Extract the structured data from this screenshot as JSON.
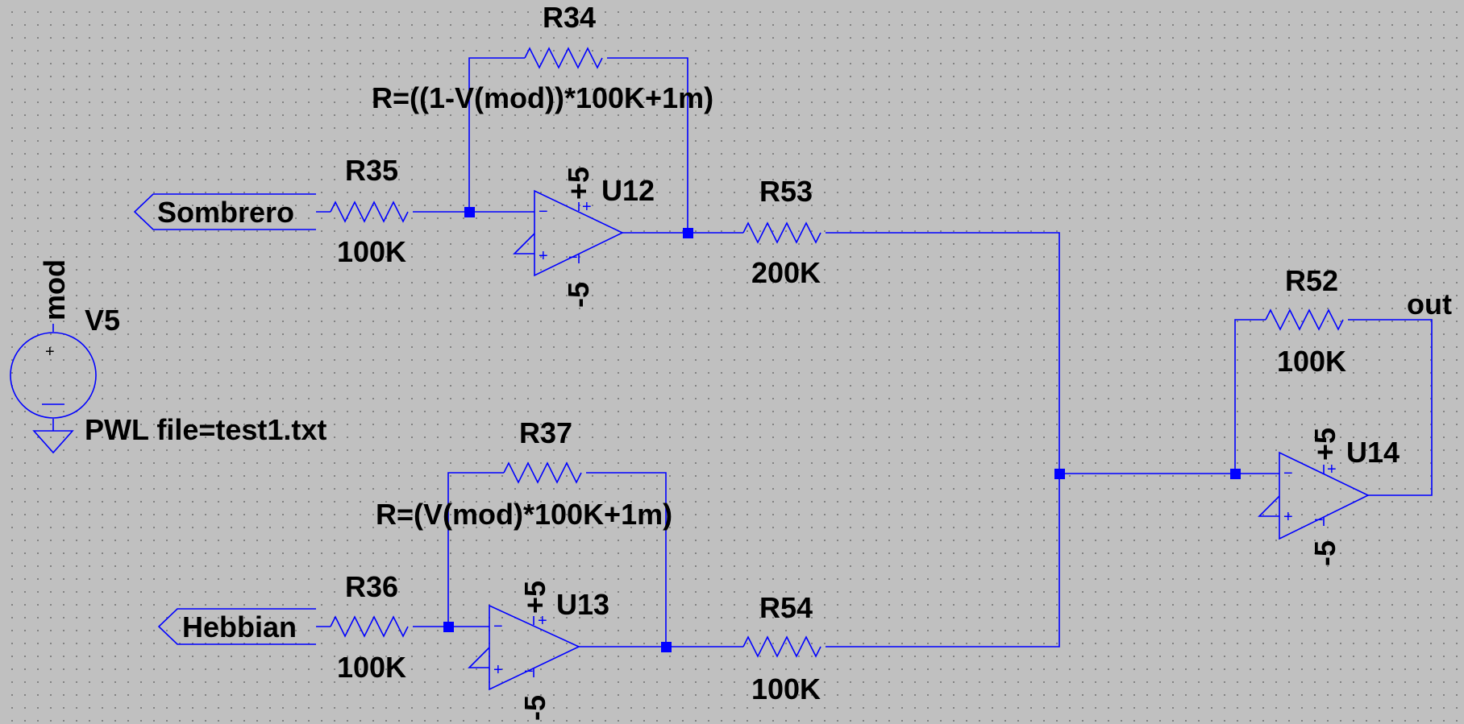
{
  "components": {
    "R34": {
      "ref": "R34",
      "value": "R=((1-V(mod))*100K+1m)"
    },
    "R35": {
      "ref": "R35",
      "value": "100K"
    },
    "R53": {
      "ref": "R53",
      "value": "200K"
    },
    "R37": {
      "ref": "R37",
      "value": "R=(V(mod)*100K+1m)"
    },
    "R36": {
      "ref": "R36",
      "value": "100K"
    },
    "R54": {
      "ref": "R54",
      "value": "100K"
    },
    "R52": {
      "ref": "R52",
      "value": "100K"
    },
    "U12": {
      "ref": "U12",
      "vpos": "+5",
      "vneg": "-5"
    },
    "U13": {
      "ref": "U13",
      "vpos": "+5",
      "vneg": "-5"
    },
    "U14": {
      "ref": "U14",
      "vpos": "+5",
      "vneg": "-5"
    },
    "V5": {
      "ref": "V5",
      "value": "PWL file=test1.txt",
      "net": "mod"
    }
  },
  "labels": {
    "sombrero": "Sombrero",
    "hebbian": "Hebbian",
    "out": "out"
  },
  "pin_marks": {
    "plus": "+",
    "minus": "−"
  },
  "colors": {
    "wire": "#0000ff",
    "background": "#c0c0c0",
    "text": "#000000"
  }
}
